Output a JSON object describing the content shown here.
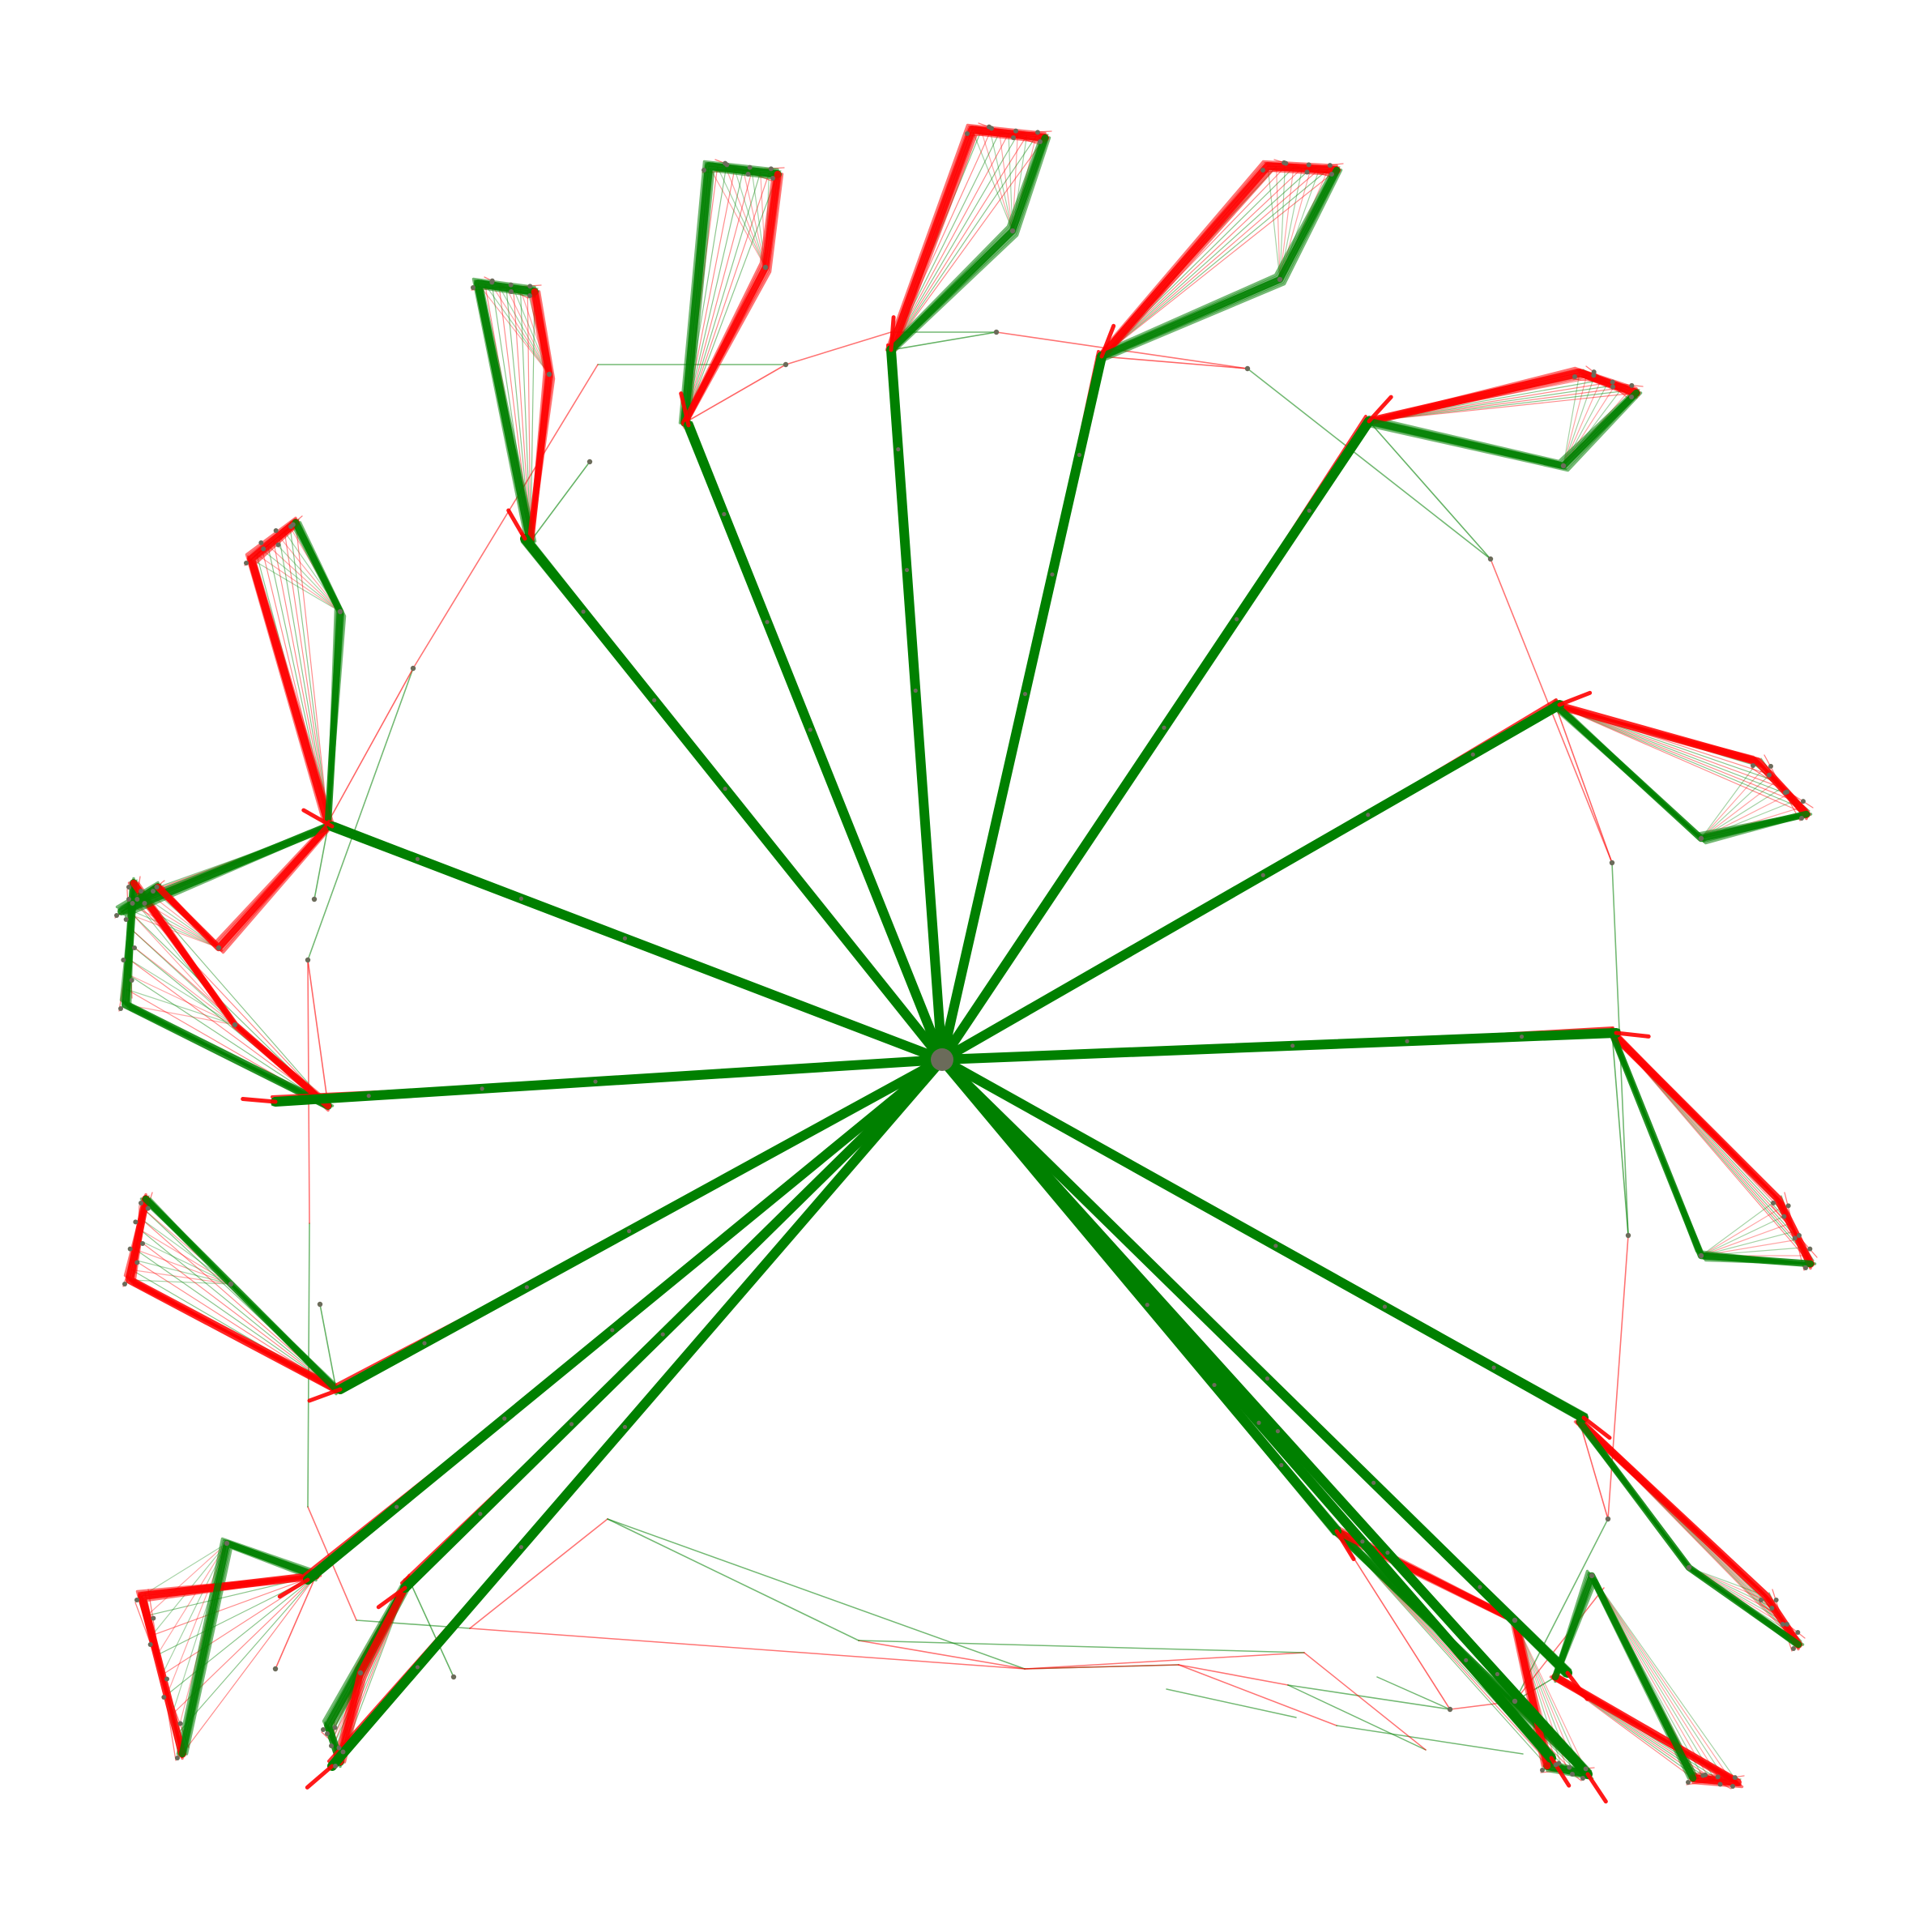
{
  "diagram": {
    "type": "network-graph",
    "description_visible": false,
    "colors": {
      "edge_positive": "#008000",
      "edge_negative": "#ff0000",
      "node": "#6b6b5a",
      "background": "#ffffff"
    },
    "petal_count": 16,
    "hub_count": 1
  }
}
